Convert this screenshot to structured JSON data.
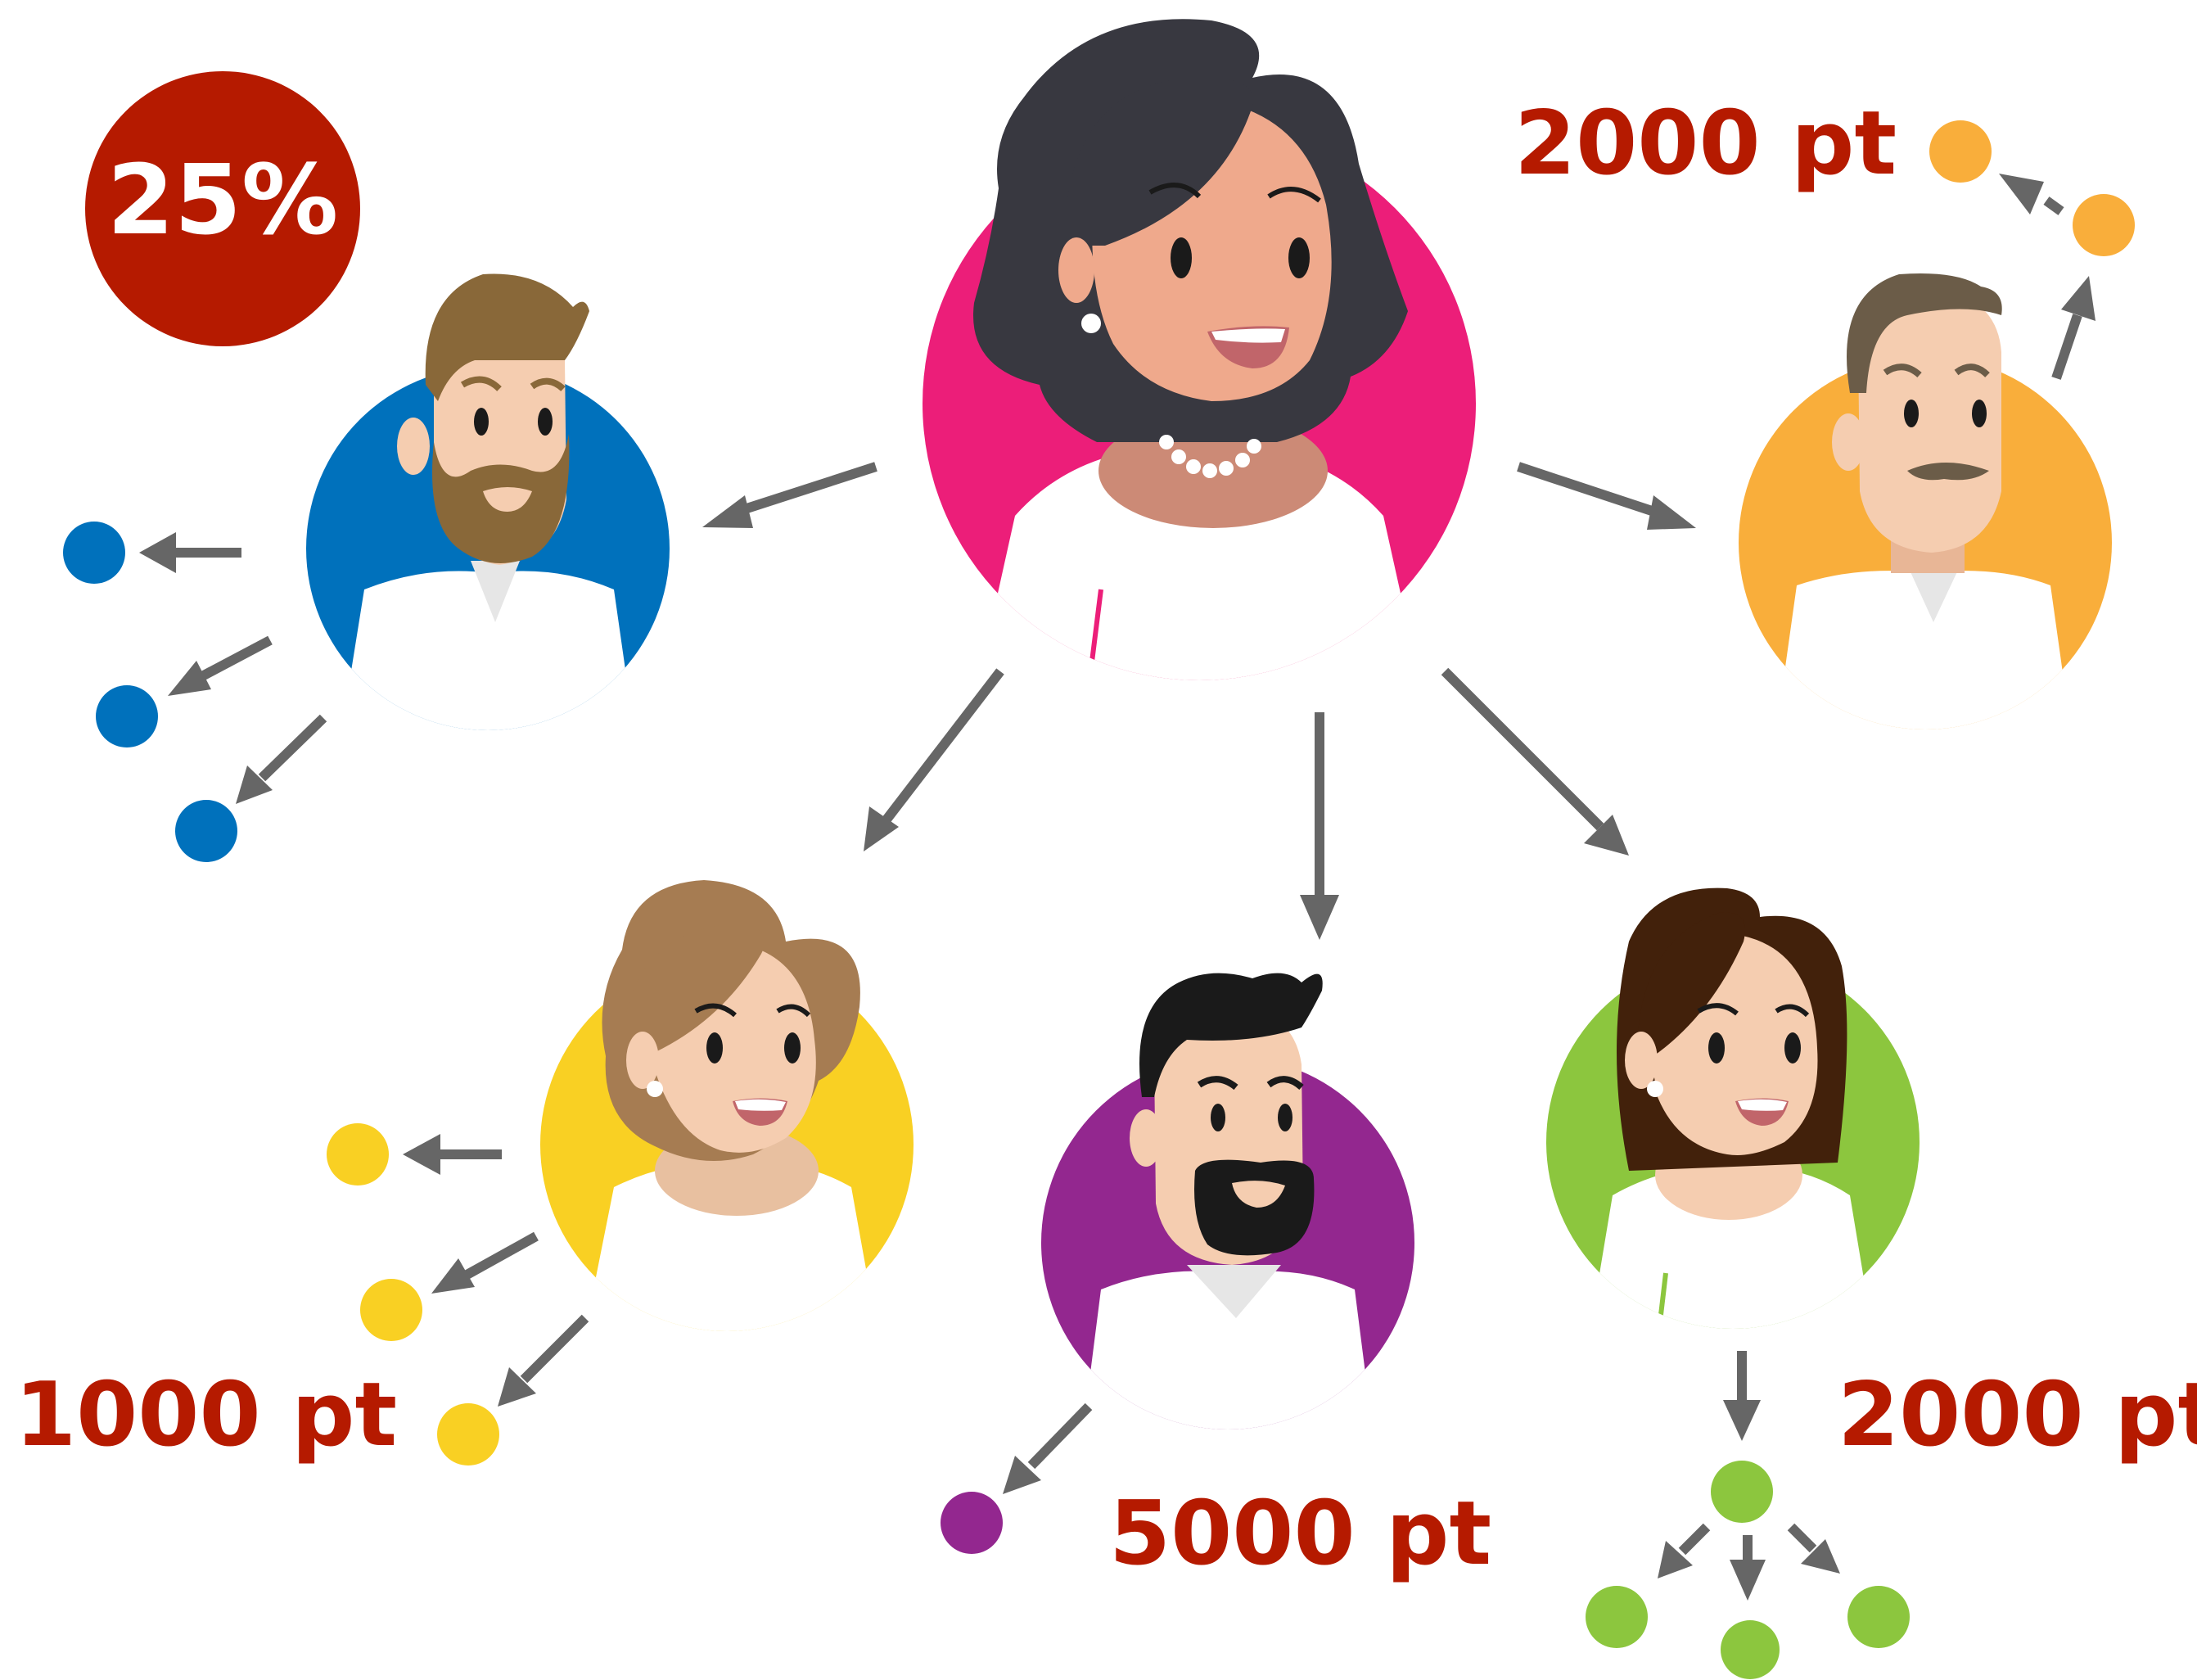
{
  "badge": {
    "text": "25%",
    "color": "#b51a00"
  },
  "labels": {
    "top_right": "2000 pt",
    "left": "1000 pt",
    "middle": "5000 pt",
    "right": "2000 pt"
  },
  "colors": {
    "label": "#b51a00",
    "arrow": "#666666",
    "pink": "#ec1e79",
    "blue": "#0071bc",
    "orange": "#f9ae3b",
    "yellow": "#f9d023",
    "purple": "#93278f",
    "green": "#8cc63e",
    "skin": "#f5cdb0",
    "shirt": "#ffffff"
  },
  "nodes": [
    {
      "id": "top-woman",
      "color": "pink",
      "hair": "#383840",
      "gender": "f"
    },
    {
      "id": "left-man",
      "color": "blue",
      "hair": "#896839",
      "gender": "m"
    },
    {
      "id": "right-man",
      "color": "orange",
      "hair": "#6b5c48",
      "gender": "m"
    },
    {
      "id": "bottom-left-woman",
      "color": "yellow",
      "hair": "#a67c52",
      "gender": "f"
    },
    {
      "id": "bottom-mid-man",
      "color": "purple",
      "hair": "#1a1a1a",
      "gender": "m"
    },
    {
      "id": "bottom-right-woman",
      "color": "green",
      "hair": "#42210b",
      "gender": "f"
    }
  ]
}
